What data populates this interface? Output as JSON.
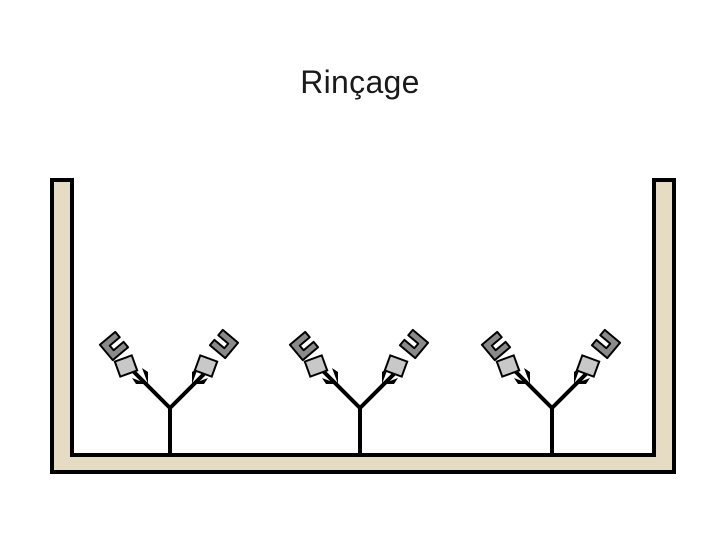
{
  "slide": {
    "title": "Rinçage"
  },
  "diagram": {
    "well_color": "#e6dcc4",
    "outline_color": "#000000",
    "antigen_color": "#c8c8c8",
    "antigen_dark_color": "#8a8a8a",
    "capture_antibody_count": 3,
    "antigens_per_antibody": 2
  }
}
